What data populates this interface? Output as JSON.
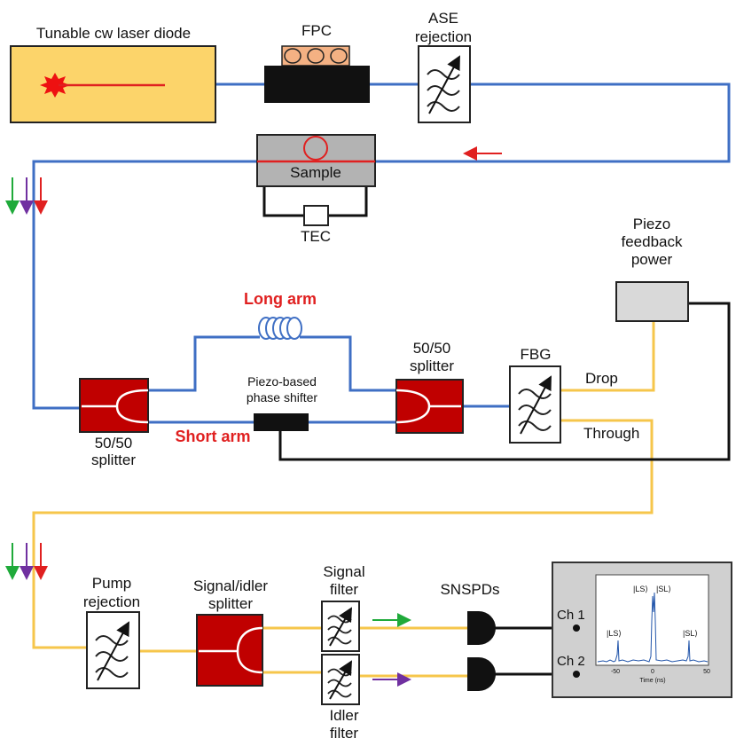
{
  "labels": {
    "laser": "Tunable cw laser diode",
    "fpc": "FPC",
    "ase_line1": "ASE",
    "ase_line2": "rejection",
    "sample": "Sample",
    "tec": "TEC",
    "piezo_line1": "Piezo",
    "piezo_line2": "feedback",
    "piezo_line3": "power",
    "long_arm": "Long arm",
    "short_arm": "Short arm",
    "phase_line1": "Piezo-based",
    "phase_line2": "phase shifter",
    "splitter_left_line1": "50/50",
    "splitter_left_line2": "splitter",
    "splitter_right_line1": "50/50",
    "splitter_right_line2": "splitter",
    "fbg": "FBG",
    "drop": "Drop",
    "through": "Through",
    "pump_line1": "Pump",
    "pump_line2": "rejection",
    "si_splitter_line1": "Signal/idler",
    "si_splitter_line2": "splitter",
    "signal_filter_line1": "Signal",
    "signal_filter_line2": "filter",
    "idler_filter_line1": "Idler",
    "idler_filter_line2": "filter",
    "snspds": "SNSPDs",
    "ch1": "Ch 1",
    "ch2": "Ch 2"
  },
  "inset_plot": {
    "xlabel": "Time (ns)",
    "x_ticks": [
      "-50",
      "0",
      "50"
    ],
    "peak_labels": [
      "|LS⟩",
      "|LS⟩",
      "|SL⟩",
      "|SL⟩"
    ]
  },
  "colors": {
    "fiber_blue": "#3f6fc4",
    "fiber_yellow": "#f6c64b",
    "electrical": "#111111",
    "component_red": "#c00000",
    "laser_body": "#fcd46a",
    "sample_body": "#b3b3b3",
    "piezo_box": "#d9d9d9",
    "fpc_paddle": "#f4b183",
    "arrow_green": "#1faa3a",
    "arrow_purple": "#7030a0",
    "arrow_red": "#e02020",
    "label_red": "#e02020",
    "scope_frame": "#d0d0d0",
    "plot_trace": "#2255aa"
  }
}
